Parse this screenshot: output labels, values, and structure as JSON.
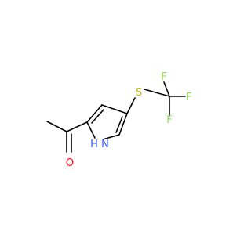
{
  "molecule": {
    "atoms": {
      "oxygen": {
        "label": "O",
        "color": "#ff0d0d"
      },
      "nh": {
        "label": "H",
        "color": "#3050f8"
      },
      "n": {
        "label": "N",
        "color": "#3050f8"
      },
      "sulfur": {
        "label": "S",
        "color": "#c8b400"
      },
      "f1": {
        "label": "F",
        "color": "#90e050"
      },
      "f2": {
        "label": "F",
        "color": "#90e050"
      },
      "f3": {
        "label": "F",
        "color": "#90e050"
      }
    },
    "bond_color": "#000000"
  }
}
